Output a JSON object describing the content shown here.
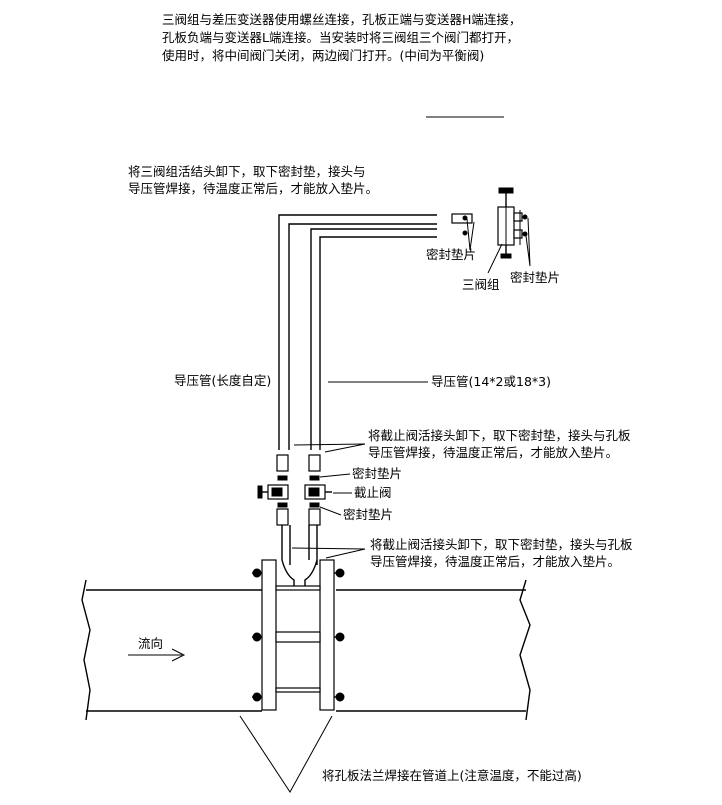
{
  "header": {
    "line1": "三阀组与差压变送器使用螺丝连接，孔板正端与变送器H端连接，",
    "line2": "孔板负端与变送器L端连接。当安装时将三阀组三个阀门都打开，",
    "line3": "使用时，将中间阀门关闭，两边阀门打开。(中间为平衡阀)"
  },
  "note_top": {
    "line1": "将三阀组活结头卸下，取下密封垫，接头与",
    "line2": "导压管焊接，待温度正常后，才能放入垫片。"
  },
  "labels": {
    "seal_left": "密封垫片",
    "seal_right": "密封垫片",
    "three_valve": "三阀组",
    "tube_length": "导压管(长度自定)",
    "tube_spec": "导压管(14*2或18*3)",
    "seal_mid1": "密封垫片",
    "stop_valve": "截止阀",
    "seal_mid2": "密封垫片",
    "flow": "流向",
    "bottom": "将孔板法兰焊接在管道上(注意温度，不能过高)"
  },
  "note_mid1": {
    "line1": "将截止阀活接头卸下，取下密封垫，接头与孔板",
    "line2": "导压管焊接，待温度正常后，才能放入垫片。"
  },
  "note_mid2": {
    "line1": "将截止阀活接头卸下，取下密封垫，接头与孔板",
    "line2": "导压管焊接，待温度正常后，才能放入垫片。"
  }
}
